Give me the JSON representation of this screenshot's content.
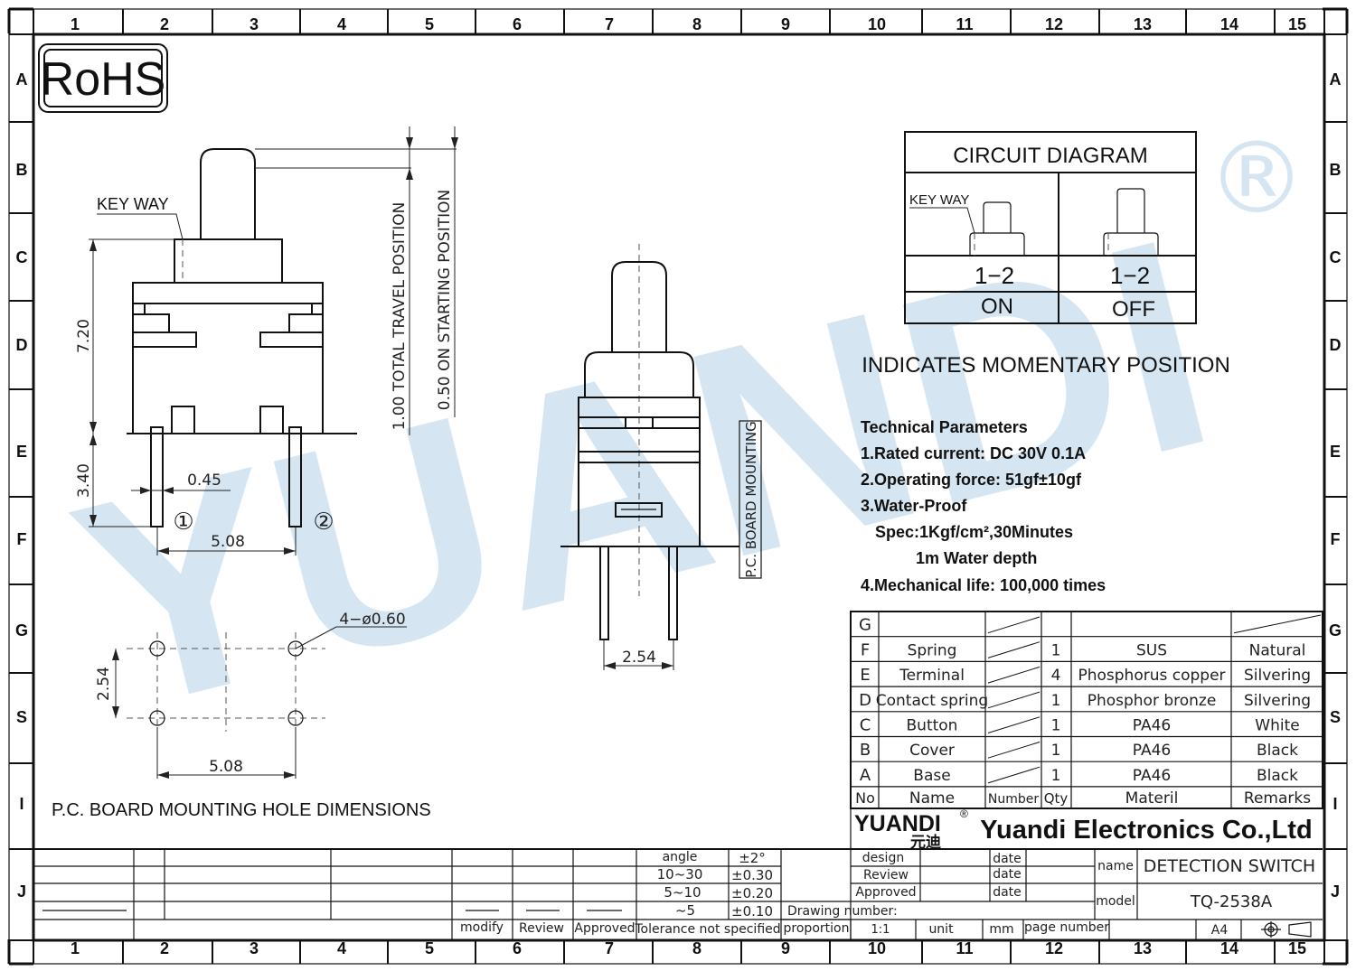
{
  "grid": {
    "cols": [
      "1",
      "2",
      "3",
      "4",
      "5",
      "6",
      "7",
      "8",
      "9",
      "10",
      "11",
      "12",
      "13",
      "14",
      "15"
    ],
    "rows": [
      "A",
      "B",
      "C",
      "D",
      "E",
      "F",
      "G",
      "S",
      "I",
      "J"
    ]
  },
  "rohs": "RoHS",
  "watermark": {
    "text": "YUANDI",
    "registered": "®",
    "color": "#d5e6f2"
  },
  "front_view": {
    "key_way": "KEY WAY",
    "dim_height": "7.20",
    "dim_pin_length": "3.40",
    "dim_pin_width": "0.45",
    "dim_pitch": "5.08",
    "pin1": "①",
    "pin2": "②",
    "travel_total": "1.00 TOTAL TRAVEL POSITION",
    "travel_start": "0.50 ON STARTING POSITION"
  },
  "side_view": {
    "board_mounting": "P.C. BOARD MOUNTING",
    "dim_pitch": "2.54"
  },
  "hole_layout": {
    "holes": "4−ø0.60",
    "dim_vertical": "2.54",
    "dim_horizontal": "5.08",
    "caption": "P.C. BOARD MOUNTING HOLE DIMENSIONS"
  },
  "circuit": {
    "title": "CIRCUIT DIAGRAM",
    "key_way": "KEY WAY",
    "col1_contacts": "1−2",
    "col1_state": "ON",
    "col2_contacts": "1−2",
    "col2_state": "OFF",
    "note": "INDICATES MOMENTARY POSITION"
  },
  "tech": {
    "title": "Technical Parameters",
    "lines": [
      "1.Rated current: DC 30V 0.1A",
      "2.Operating force: 51gf±10gf",
      "3.Water-Proof",
      "Spec:1Kgf/cm²,30Minutes",
      "1m Water depth",
      "4.Mechanical life: 100,000 times"
    ]
  },
  "bom": {
    "rows": [
      {
        "no": "G",
        "name": "",
        "qty": "",
        "material": "",
        "remarks": ""
      },
      {
        "no": "F",
        "name": "Spring",
        "qty": "1",
        "material": "SUS",
        "remarks": "Natural"
      },
      {
        "no": "E",
        "name": "Terminal",
        "qty": "4",
        "material": "Phosphorus copper",
        "remarks": "Silvering"
      },
      {
        "no": "D",
        "name": "Contact spring",
        "qty": "1",
        "material": "Phosphor bronze",
        "remarks": "Silvering"
      },
      {
        "no": "C",
        "name": "Button",
        "qty": "1",
        "material": "PA46",
        "remarks": "White"
      },
      {
        "no": "B",
        "name": "Cover",
        "qty": "1",
        "material": "PA46",
        "remarks": "Black"
      },
      {
        "no": "A",
        "name": "Base",
        "qty": "1",
        "material": "PA46",
        "remarks": "Black"
      }
    ],
    "header": {
      "no": "No",
      "name": "Name",
      "number": "Number",
      "qty": "Qty",
      "material": "Materil",
      "remarks": "Remarks"
    }
  },
  "company": {
    "logo_en": "YUANDI",
    "logo_reg": "®",
    "logo_cn": "元迪",
    "name": "Yuandi Electronics Co.,Ltd"
  },
  "title_block": {
    "tolerance": [
      {
        "range": "angle",
        "tol": "±2°"
      },
      {
        "range": "10~30",
        "tol": "±0.30"
      },
      {
        "range": "5~10",
        "tol": "±0.20"
      },
      {
        "range": "~5",
        "tol": "±0.10"
      }
    ],
    "modify": "modify",
    "review": "Review",
    "approved": "Approved",
    "tolerance_label": "Tolerance not specified",
    "design": "design",
    "review2": "Review",
    "approved2": "Approved",
    "date": "date",
    "drawing_number": "Drawing number:",
    "proportion": "proportion",
    "scale": "1:1",
    "unit": "unit",
    "unit_value": "mm",
    "page_number": "page number",
    "name_label": "name",
    "name_value": "DETECTION SWITCH",
    "model_label": "model",
    "model_value": "TQ-2538A",
    "paper": "A4"
  }
}
